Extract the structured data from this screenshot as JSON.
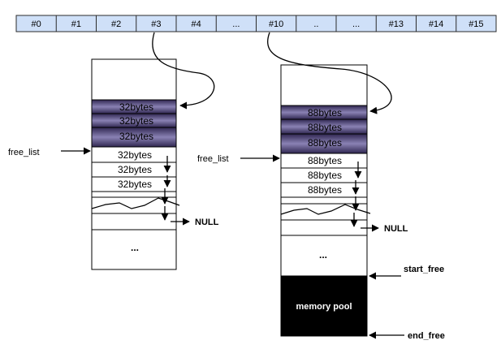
{
  "free_list_array": {
    "slots": [
      "#0",
      "#1",
      "#2",
      "#3",
      "#4",
      "...",
      "#10",
      "..",
      "...",
      "#13",
      "#14",
      "#15"
    ]
  },
  "left_column": {
    "allocated_blocks": [
      "32bytes",
      "32bytes",
      "32bytes"
    ],
    "free_blocks": [
      "32bytes",
      "32bytes",
      "32bytes"
    ],
    "free_list_label": "free_list",
    "null_label": "NULL",
    "ellipsis": "..."
  },
  "right_column": {
    "allocated_blocks": [
      "88bytes",
      "88bytes",
      "88bytes"
    ],
    "free_blocks": [
      "88bytes",
      "88bytes",
      "88bytes"
    ],
    "free_list_label": "free_list",
    "null_label": "NULL",
    "ellipsis": "...",
    "start_free_label": "start_free",
    "end_free_label": "end_free",
    "memory_pool_label": "memory pool"
  },
  "colors": {
    "array_fill": "#cfe0f8",
    "array_stroke": "#2b2b2b",
    "allocated_fill_top": "#2f2650",
    "allocated_fill_mid": "#8a82b4",
    "memory_pool_fill": "#000000",
    "memory_pool_text": "#ffffff"
  }
}
